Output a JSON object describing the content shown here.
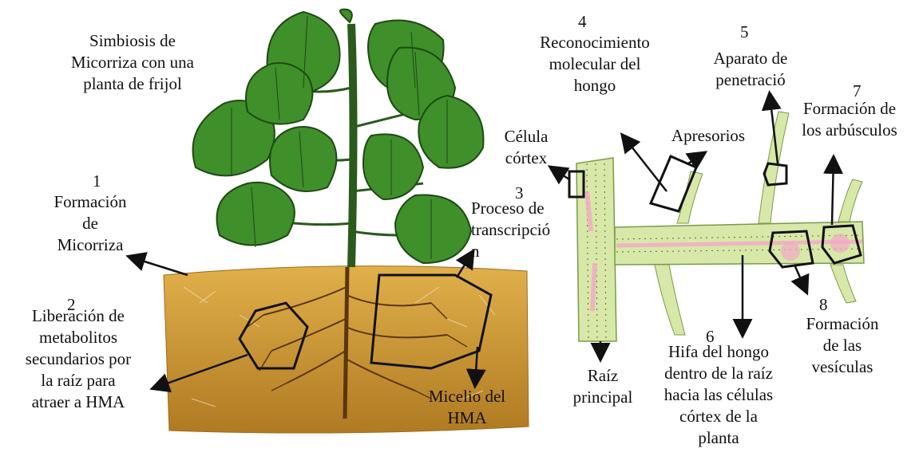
{
  "title": [
    "Simbiosis de",
    "Micorriza con una",
    "planta de frijol"
  ],
  "numbers": {
    "n1": "1",
    "n2": "2",
    "n3": "3",
    "n4": "4",
    "n5": "5",
    "n6": "6",
    "n7": "7",
    "n8": "8"
  },
  "labels": {
    "formacion_micorriza": [
      "Formación",
      "de",
      "Micorriza"
    ],
    "liberacion": [
      "Liberación de",
      "metabolitos",
      "secundarios por",
      "la raíz para",
      "atraer a HMA"
    ],
    "proceso": [
      "Proceso de",
      "transcripció",
      "n"
    ],
    "micelio": [
      "Micelio del",
      "HMA"
    ],
    "reconocimiento": [
      "Reconocimiento",
      "molecular del",
      "hongo"
    ],
    "celula": [
      "Célula",
      "córtex"
    ],
    "apresorios": "Apresorios",
    "aparato": [
      "Aparato de",
      "penetració"
    ],
    "arbusculos": [
      "Formación de",
      "los arbúsculos"
    ],
    "raiz": [
      "Raíz",
      "principal"
    ],
    "hifa": [
      "Hifa del hongo",
      "dentro de la raíz",
      "hacia las células",
      "córtex de la",
      "planta"
    ],
    "vesiculas": [
      "Formación",
      "de las",
      "vesículas"
    ]
  },
  "colors": {
    "leaf": "#3f8f2a",
    "leaf_dark": "#2a6a1c",
    "soil": "#c8912e",
    "root_green": "#d8e8a8",
    "root_pink": "#f4a8c8",
    "stroke": "#111111"
  }
}
